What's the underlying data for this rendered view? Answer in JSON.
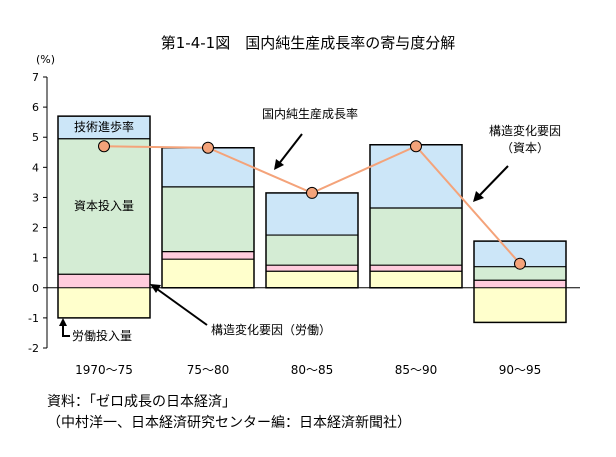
{
  "title": "第1-4-1図　国内純生産成長率の寄与度分解",
  "chart_data": {
    "type": "bar",
    "stacked": true,
    "unit_label": "(%)",
    "categories": [
      "1970～75",
      "75～80",
      "80～85",
      "85～90",
      "90～95"
    ],
    "ylim": [
      -2,
      7
    ],
    "yticks": [
      -2,
      -1,
      0,
      1,
      2,
      3,
      4,
      5,
      6,
      7
    ],
    "grid": false,
    "series": [
      {
        "name": "労働投入量",
        "color": "#ffffcc",
        "values": [
          -1.0,
          0.95,
          0.55,
          0.55,
          -1.15
        ]
      },
      {
        "name": "構造変化要因（労働）",
        "color": "#ffccdd",
        "values": [
          0.45,
          0.25,
          0.2,
          0.2,
          0.25
        ]
      },
      {
        "name": "資本投入量",
        "color": "#d4ecd4",
        "values": [
          4.5,
          2.15,
          1.0,
          1.9,
          0.45
        ]
      },
      {
        "name": "構造変化要因（資本）",
        "color": "#cce6f8",
        "values": [
          0.0,
          1.3,
          1.4,
          2.1,
          0.85
        ]
      },
      {
        "name": "技術進歩率",
        "color": "#cce6f8",
        "values": [
          0.75,
          0.0,
          0.0,
          0.0,
          0.0
        ]
      }
    ],
    "line": {
      "name": "国内純生産成長率",
      "color": "#f4a37a",
      "values": [
        4.7,
        4.65,
        3.15,
        4.7,
        0.8
      ]
    }
  },
  "labels": {
    "tech": "技術進歩率",
    "capital": "資本投入量",
    "growth": "国内純生産成長率",
    "struct_capital_1": "構造変化要因",
    "struct_capital_2": "（資本）",
    "labor": "労働投入量",
    "struct_labor": "構造変化要因（労働）"
  },
  "source": {
    "line1": "資料：「ゼロ成長の日本経済」",
    "line2": "（中村洋一、日本経済研究センター編：日本経済新聞社）"
  }
}
